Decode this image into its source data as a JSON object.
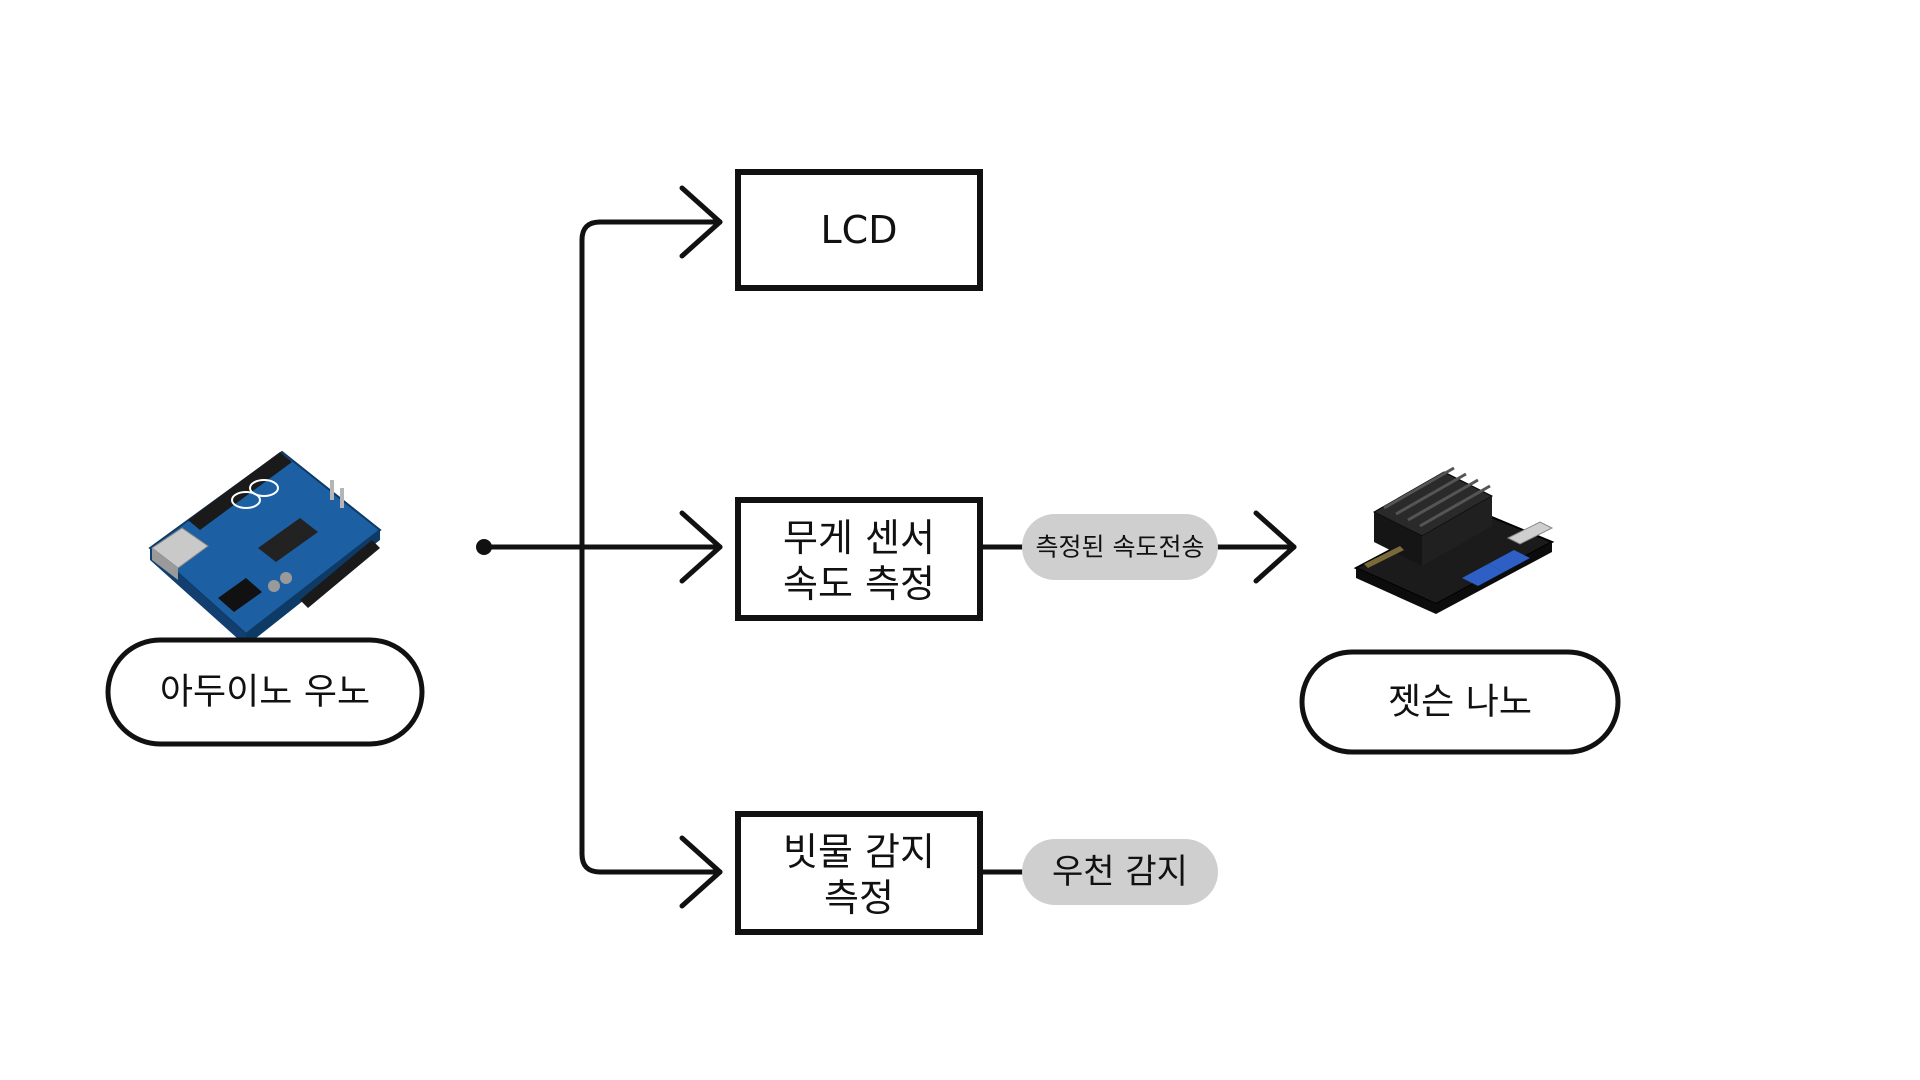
{
  "nodes": {
    "arduino": {
      "label": "아두이노 우노",
      "icon": "arduino-uno-board-icon"
    },
    "lcd": {
      "label": "LCD"
    },
    "weight": {
      "line1": "무게 센서",
      "line2": "속도 측정"
    },
    "rain": {
      "line1": "빗물 감지",
      "line2": "측정"
    },
    "jetson": {
      "label": "젯슨 나노",
      "icon": "jetson-nano-board-icon"
    }
  },
  "edges": {
    "speed_transfer": "측정된 속도전송",
    "rain_detect": "우천 감지"
  },
  "colors": {
    "stroke": "#111111",
    "pill": "#cfcfcf",
    "arduino_board": "#1d5fa3",
    "jetson_board": "#1b1b1b"
  }
}
